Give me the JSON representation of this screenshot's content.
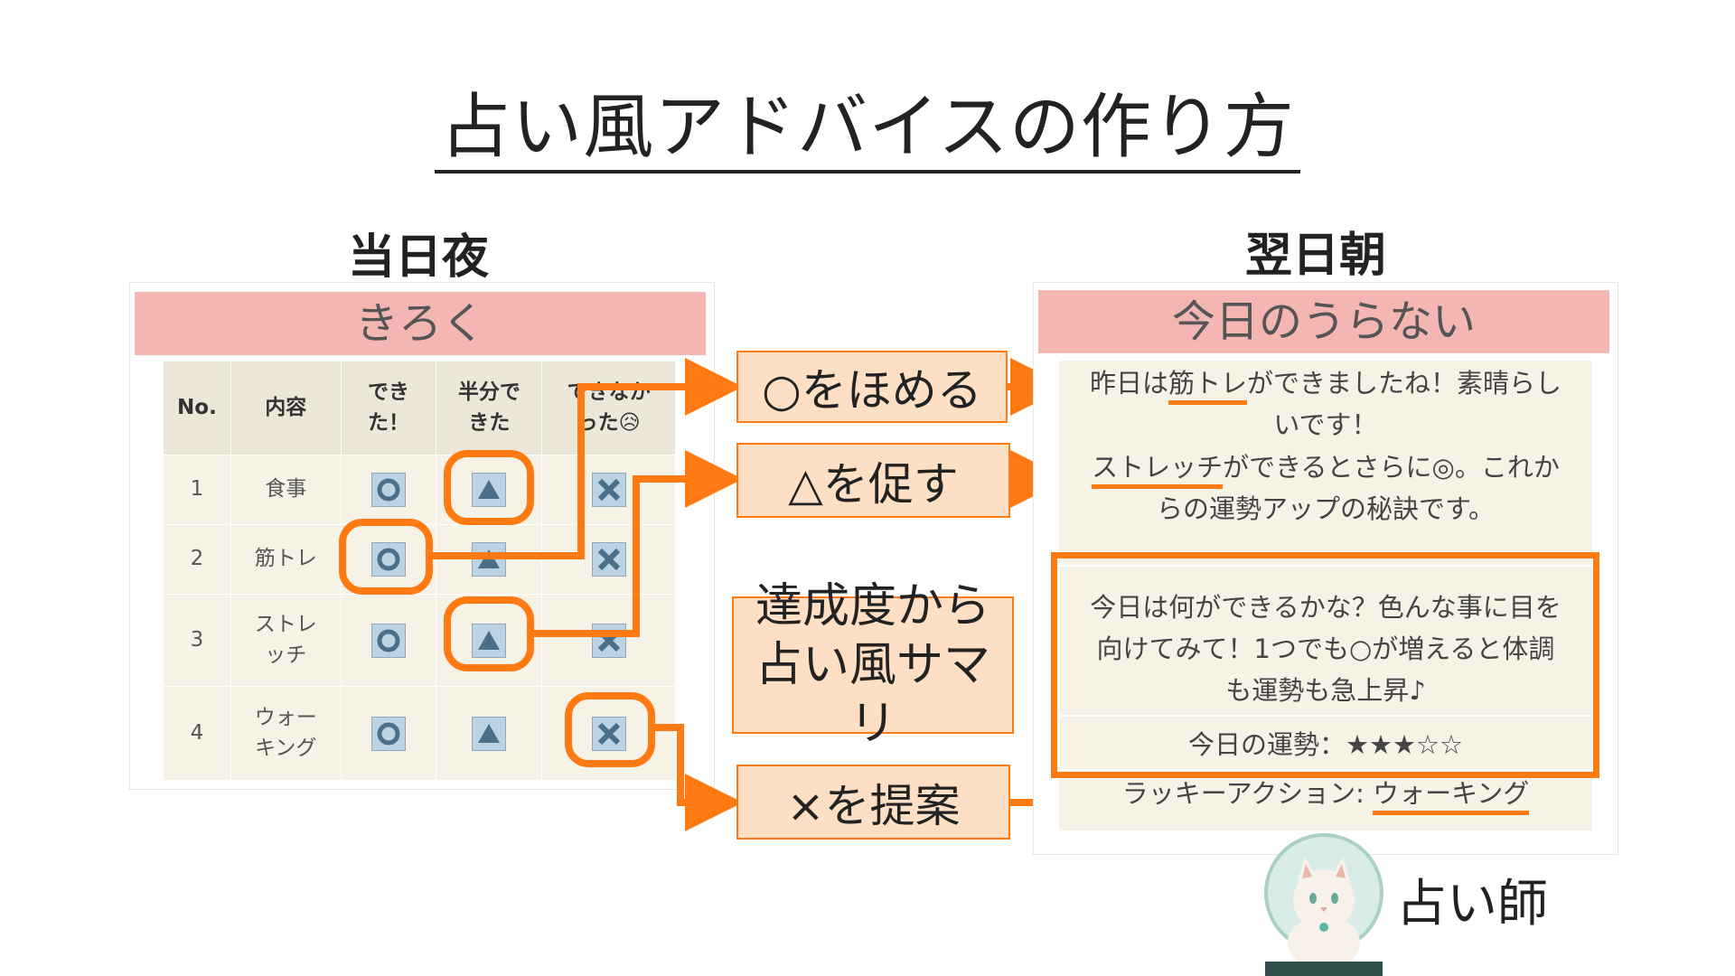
{
  "title": "占い風アドバイスの作り方",
  "left_heading": "当日夜",
  "right_heading": "翌日朝",
  "record": {
    "header": "きろく",
    "columns": [
      "No.",
      "内容",
      "でき\nた！",
      "半分で\nきた",
      "できなか\nった😥"
    ],
    "rows": [
      {
        "no": "1",
        "item": "食事",
        "marks": [
          "circle",
          "triangle",
          "cross"
        ]
      },
      {
        "no": "2",
        "item": "筋トレ",
        "marks": [
          "circle",
          "triangle",
          "cross"
        ]
      },
      {
        "no": "3",
        "item": "ストレ\nッチ",
        "marks": [
          "circle",
          "triangle",
          "cross"
        ]
      },
      {
        "no": "4",
        "item": "ウォー\nキング",
        "marks": [
          "circle",
          "triangle",
          "cross"
        ]
      }
    ]
  },
  "actions": {
    "praise": "○をほめる",
    "encourage": "△を促す",
    "summary_line1": "達成度から",
    "summary_line2": "占い風サマリ",
    "suggest": "×を提案"
  },
  "fortune": {
    "header": "今日のうらない",
    "praise_pre": "昨日は",
    "praise_hl": "筋トレ",
    "praise_post": "ができましたね！素晴らし",
    "praise_line2": "いです！",
    "encourage_hl": "ストレッチ",
    "encourage_post": "ができるとさらに◎。これか",
    "encourage_line2": "らの運勢アップの秘訣です。",
    "summary_line1": "今日は何ができるかな？色んな事に目を",
    "summary_line2": "向けてみて！1つでも○が増えると体調",
    "summary_line3": "も運勢も急上昇♪",
    "luck_label": "今日の運勢：",
    "luck_stars": "★★★☆☆",
    "lucky_label": "ラッキーアクション: ",
    "lucky_value": "ウォーキング"
  },
  "fortune_teller": "占い師",
  "colors": {
    "accent": "#ff7a12",
    "header_pink": "#f4b6b2",
    "box_fill": "#fddfc6",
    "table_bg": "#f6f2e6"
  }
}
